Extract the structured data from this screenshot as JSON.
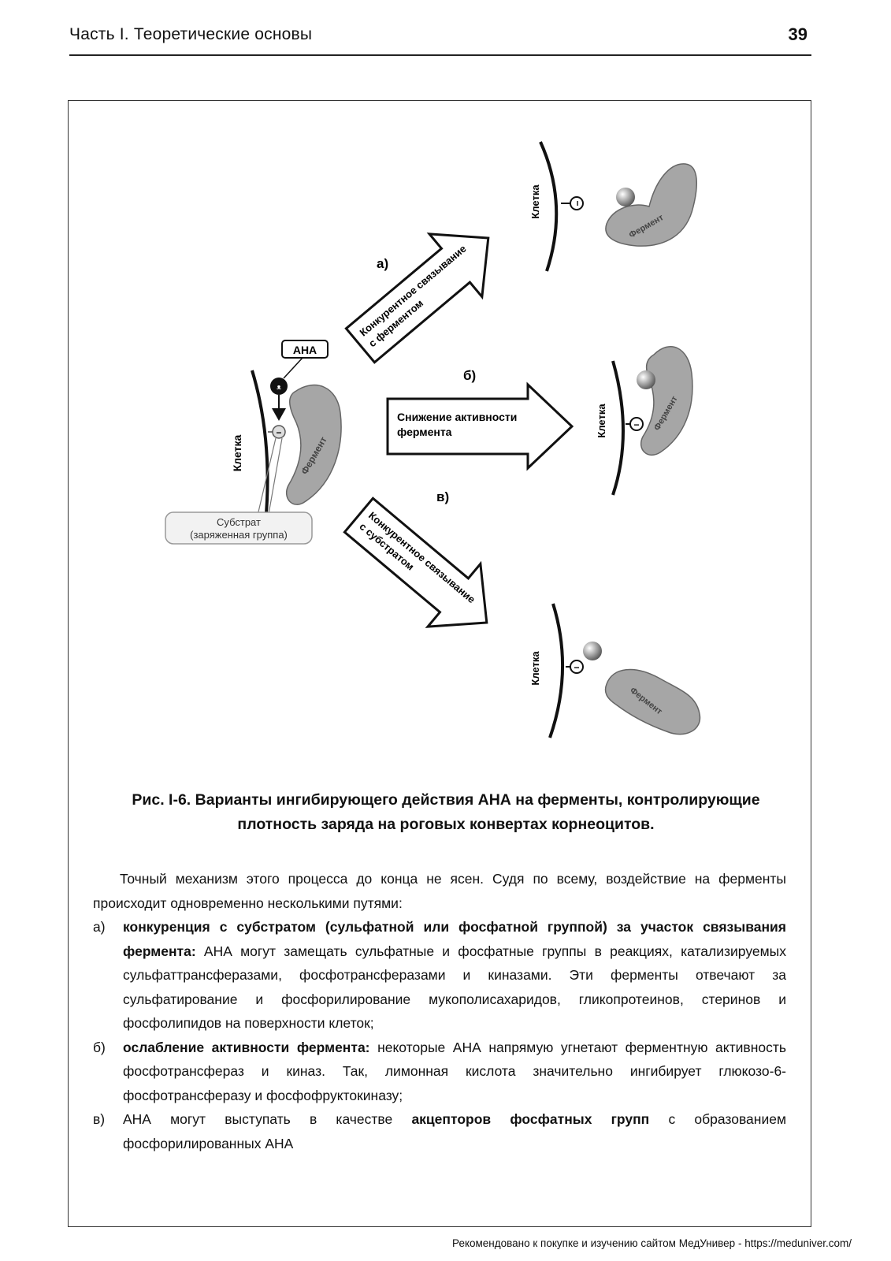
{
  "header": {
    "title": "Часть I. Теоретические основы",
    "page_number": "39"
  },
  "figure": {
    "left_panel": {
      "cell_label": "Клетка",
      "enzyme_label": "Фермент",
      "inhibitor_label": "АНА",
      "substrate_line1": "Субстрат",
      "substrate_line2": "(заряженная группа)"
    },
    "arrows": [
      {
        "letter": "а)",
        "line1": "Конкурентное связывание",
        "line2": "с ферментом"
      },
      {
        "letter": "б)",
        "line1": "Снижение активности",
        "line2": "фермента"
      },
      {
        "letter": "в)",
        "line1": "Конкурентное связывание",
        "line2": "с субстратом"
      }
    ],
    "outcome_cell_label": "Клетка",
    "outcome_enzyme_label": "Фермент",
    "minus_symbol": "−"
  },
  "caption": {
    "label": "Рис. I-6.",
    "text": "Варианты ингибирующего действия АНА на ферменты, контролирующие плотность заряда на роговых конвертах корнеоцитов."
  },
  "body": {
    "intro": "Точный механизм этого процесса до конца не ясен. Судя по всему, воздействие на ферменты происходит одновременно несколькими путями:",
    "items": [
      {
        "marker": "а)",
        "bold": "конкуренция с субстратом (сульфатной или фосфатной группой) за участок связывания фермента:",
        "text": "АНА могут замещать сульфатные и фосфатные группы в реакциях, катализируемых сульфаттрансферазами, фосфотрансферазами и киназами. Эти ферменты отвечают за сульфатирование и фосфорилирование мукополисахаридов, гликопротеинов, стеринов и фосфолипидов на поверхности клеток;"
      },
      {
        "marker": "б)",
        "bold": "ослабление активности фермента:",
        "text": "некоторые АНА напрямую угнетают ферментную активность фосфотрансфераз и киназ. Так, лимонная кислота значительно ингибирует глюкозо-6-фосфотрансферазу и фосфофруктокиназу;"
      },
      {
        "marker": "в)",
        "pre": "АНА могут выступать в качестве",
        "bold": "акцепторов фосфатных групп",
        "text": "с образованием фосфорилированных АНА"
      }
    ]
  },
  "footer": {
    "note": "Рекомендовано к покупке и изучению сайтом МедУнивер - https://meduniver.com/"
  },
  "colors": {
    "enzyme_fill": "#a6a6a6",
    "substrate_box": "#f2f2f2",
    "ink": "#111111"
  }
}
